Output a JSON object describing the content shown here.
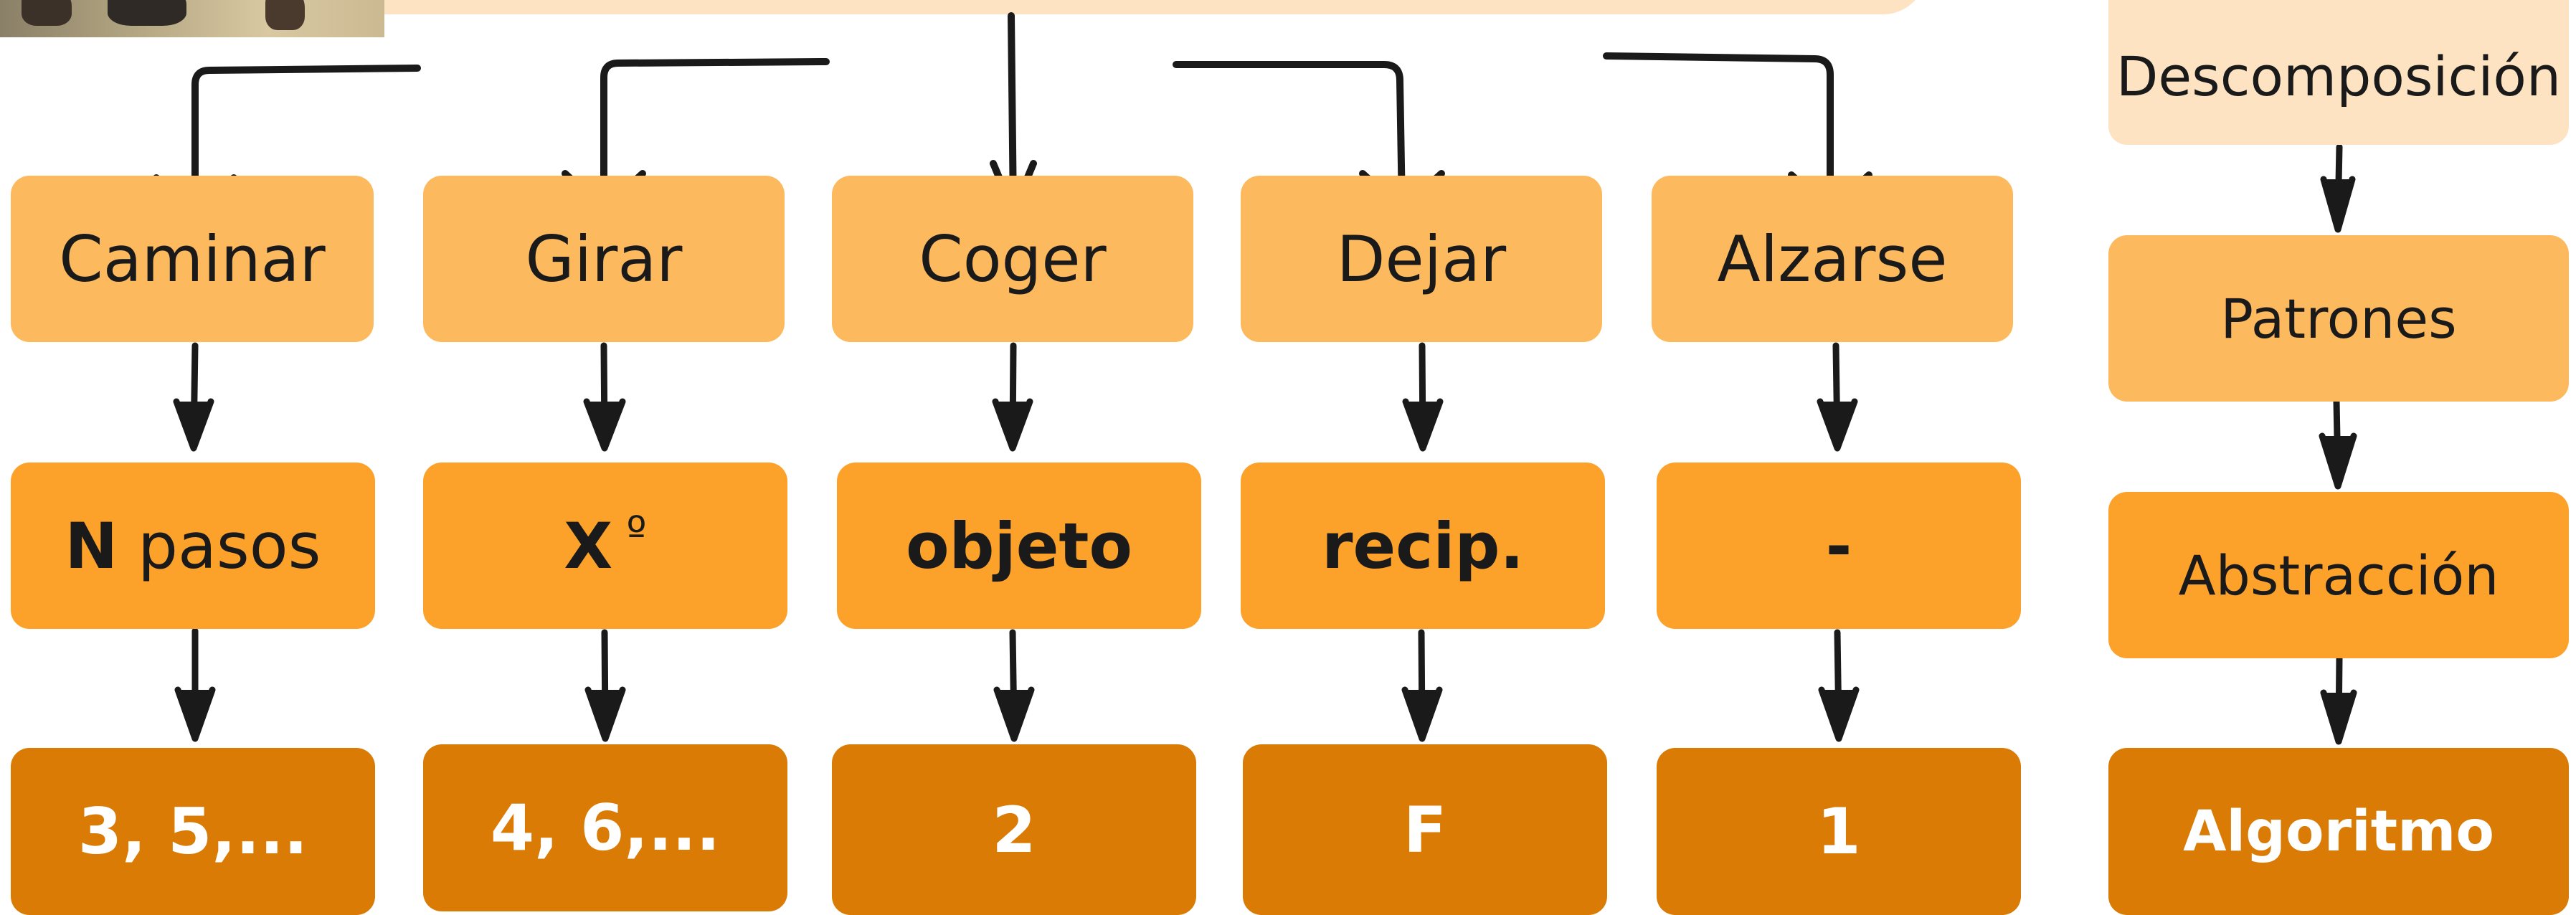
{
  "top_level_actions": [
    {
      "action": "Caminar",
      "parameter_bold": "N",
      "parameter_rest": " pasos",
      "values": "3, 5,..."
    },
    {
      "action": "Girar",
      "parameter_bold": "X",
      "parameter_rest": " º",
      "values": "4, 6,..."
    },
    {
      "action": "Coger",
      "parameter_bold": "objeto",
      "parameter_rest": "",
      "values": "2"
    },
    {
      "action": "Dejar",
      "parameter_bold": "recip.",
      "parameter_rest": "",
      "values": "F"
    },
    {
      "action": "Alzarse",
      "parameter_bold": "-",
      "parameter_rest": "",
      "values": "1"
    }
  ],
  "legend": {
    "level1": "Descomposición",
    "level2": "Patrones",
    "level3": "Abstracción",
    "level4": "Algoritmo"
  },
  "colors": {
    "level1": "#fde3c2",
    "level2": "#fdb95d",
    "level3": "#fca12a",
    "level4": "#d97b04",
    "arrow": "#1a1a1a"
  }
}
